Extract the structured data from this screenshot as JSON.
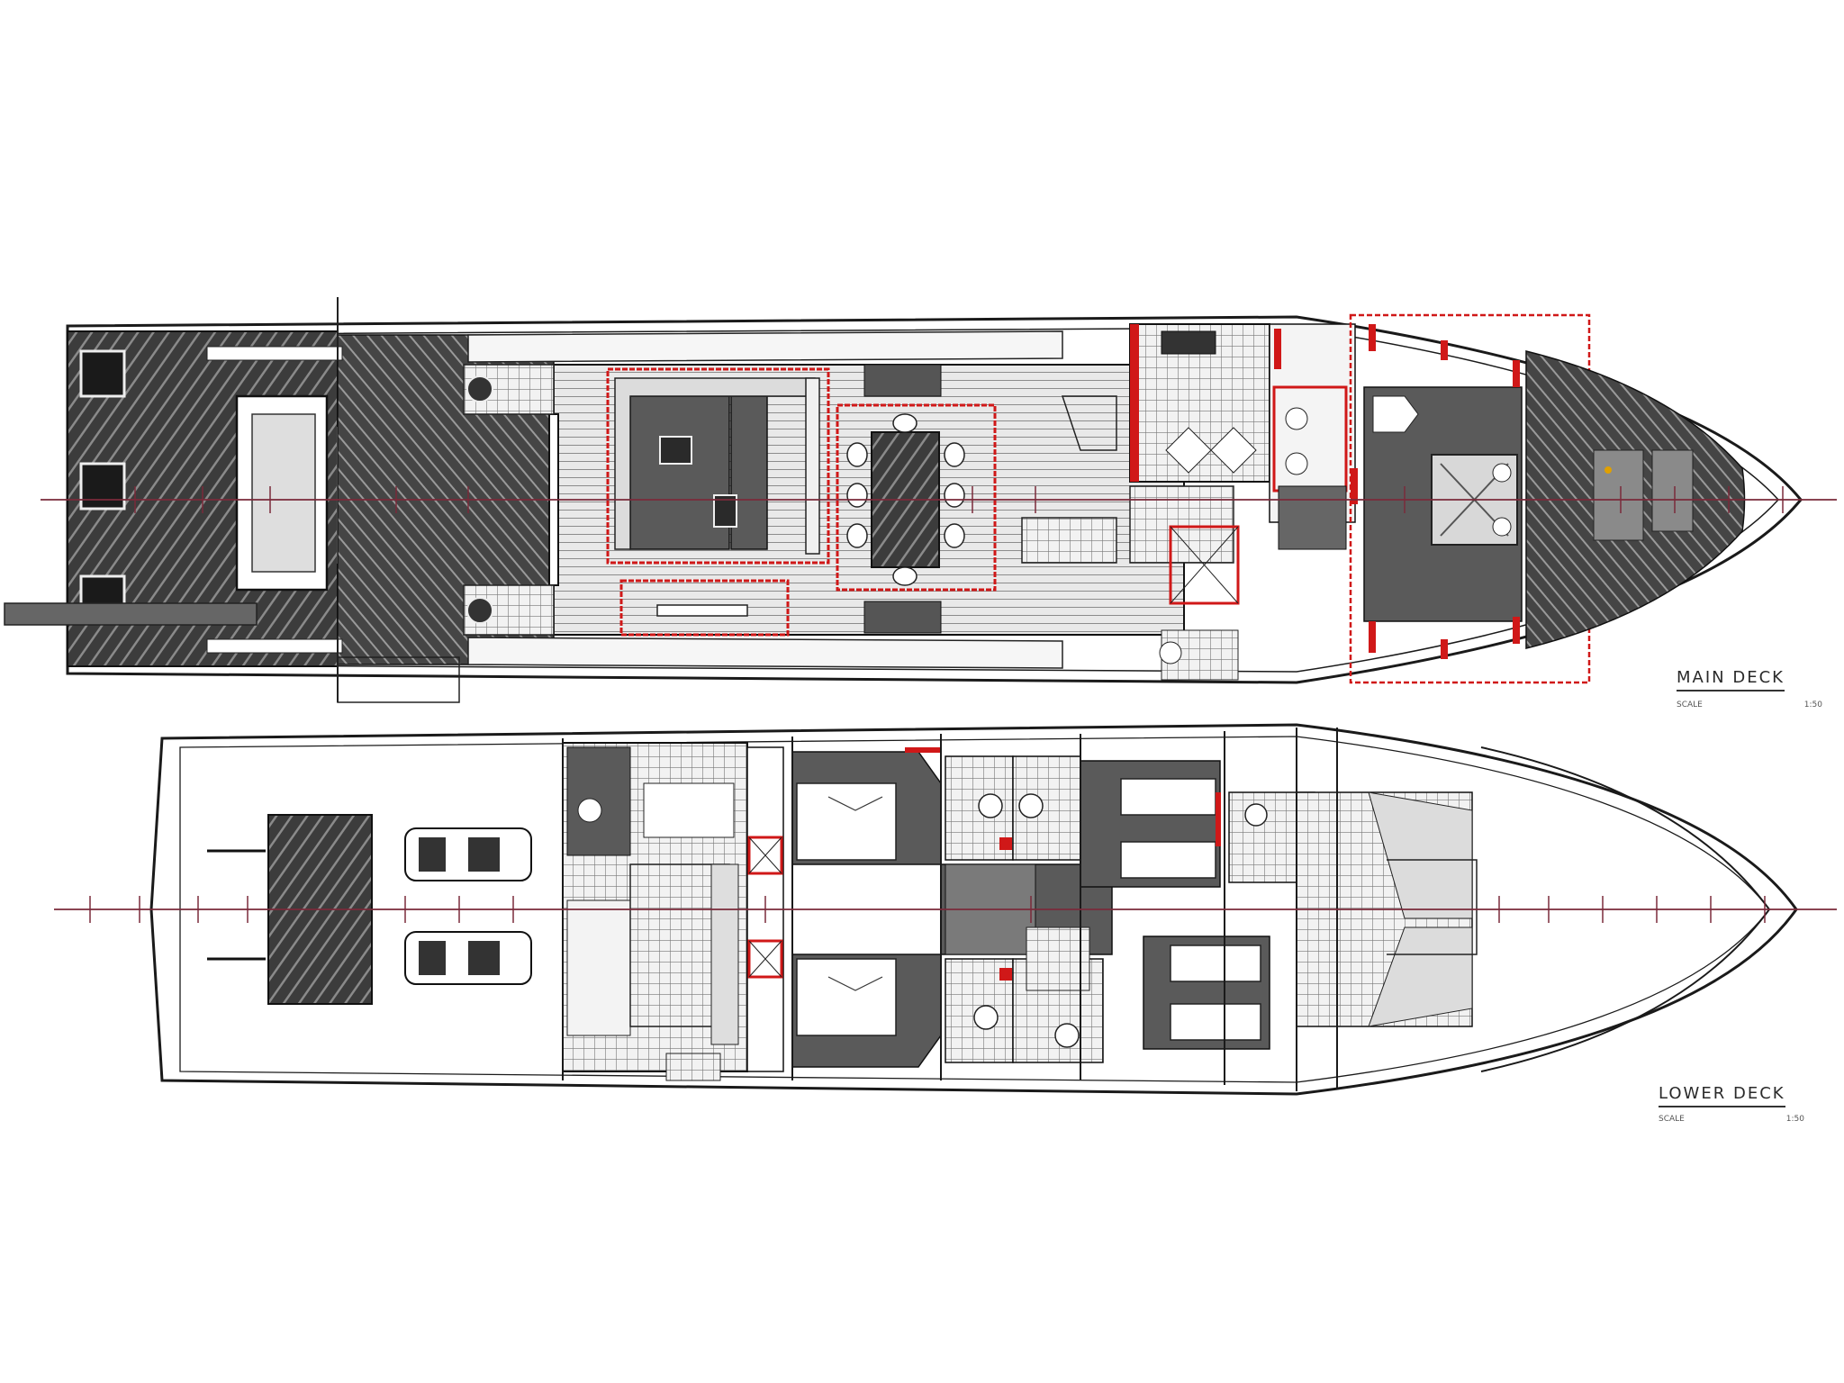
{
  "main_deck": {
    "title": "MAIN DECK",
    "scale_label": "SCALE",
    "scale_value": "1:50"
  },
  "lower_deck": {
    "title": "LOWER DECK",
    "scale_label": "SCALE",
    "scale_value": "1:50"
  },
  "colors": {
    "outline": "#1a1a1a",
    "hatch_dark": "#4a4a4a",
    "deck_fill": "#e4e4e4",
    "room_fill": "#5a5a5a",
    "highlight_red": "#d01818",
    "centerline": "#7a2a3a"
  }
}
